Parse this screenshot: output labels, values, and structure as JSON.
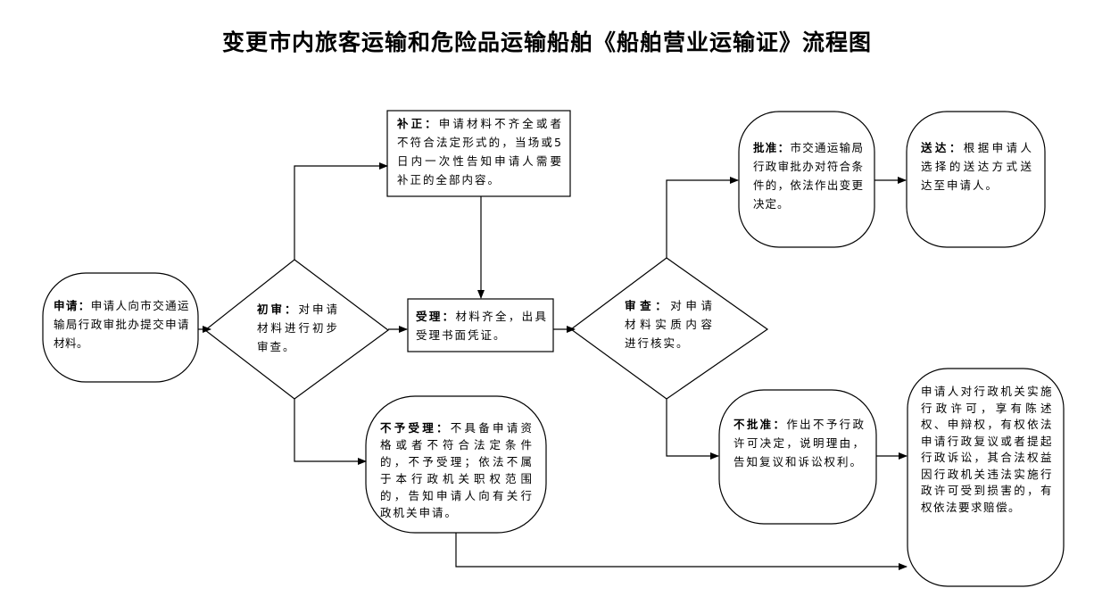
{
  "title": "变更市内旅客运输和危险品运输船舶《船舶营业运输证》流程图",
  "nodes": {
    "apply": {
      "label": "申请：",
      "text": "申请人向市交通运输局行政审批办提交申请材料。"
    },
    "initial": {
      "label": "初审：",
      "text": "对申请材料进行初步审查。"
    },
    "correct": {
      "label": "补正：",
      "text": "申请材料不齐全或者不符合法定形式的，当场或5日内一次性告知申请人需要补正的全部内容。"
    },
    "accept": {
      "label": "受理：",
      "text": "材料齐全，出具受理书面凭证。"
    },
    "reject": {
      "label": "不予受理：",
      "text": "不具备申请资格或者不符合法定条件的，不予受理；依法不属于本行政机关职权范围的，告知申请人向有关行政机关申请。"
    },
    "review": {
      "label": "审查：",
      "text": "对申请材料实质内容进行核实。"
    },
    "approve": {
      "label": "批准：",
      "text": "市交通运输局行政审批办对符合条件的，依法作出变更决定。"
    },
    "deliver": {
      "label": "送达：",
      "text": "根据申请人选择的送达方式送达至申请人。"
    },
    "deny": {
      "label": "不批准：",
      "text": "作出不予行政许可决定，说明理由，告知复议和诉讼权利。"
    },
    "rights": {
      "label": "",
      "text": "申请人对行政机关实施行政许可，享有陈述权、申辩权，有权依法申请行政复议或者提起行政诉讼，其合法权益因行政机关违法实施行政许可受到损害的，有权依法要求赔偿。"
    }
  }
}
